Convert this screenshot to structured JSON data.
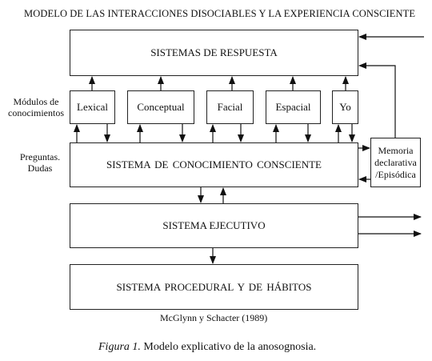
{
  "title": "MODELO DE LAS INTERACCIONES DISOCIABLES Y LA EXPERIENCIA CONSCIENTE",
  "left_labels": {
    "modulos": "Módulos de conocimientos",
    "preguntas": "Preguntas. Dudas"
  },
  "boxes": {
    "respuesta": "SISTEMAS DE RESPUESTA",
    "lexical": "Lexical",
    "conceptual": "Conceptual",
    "facial": "Facial",
    "espacial": "Espacial",
    "yo": "Yo",
    "consciente": "SISTEMA DE CONOCIMIENTO CONSCIENTE",
    "memoria": "Memoria declarativa /Episódica",
    "ejecutivo": "SISTEMA EJECUTIVO",
    "procedural": "SISTEMA PROCEDURAL Y DE HÁBITOS"
  },
  "credit": "McGlynn y Schacter (1989)",
  "caption": {
    "figure": "Figura 1.",
    "text": " Modelo explicativo de la anosognosia."
  }
}
